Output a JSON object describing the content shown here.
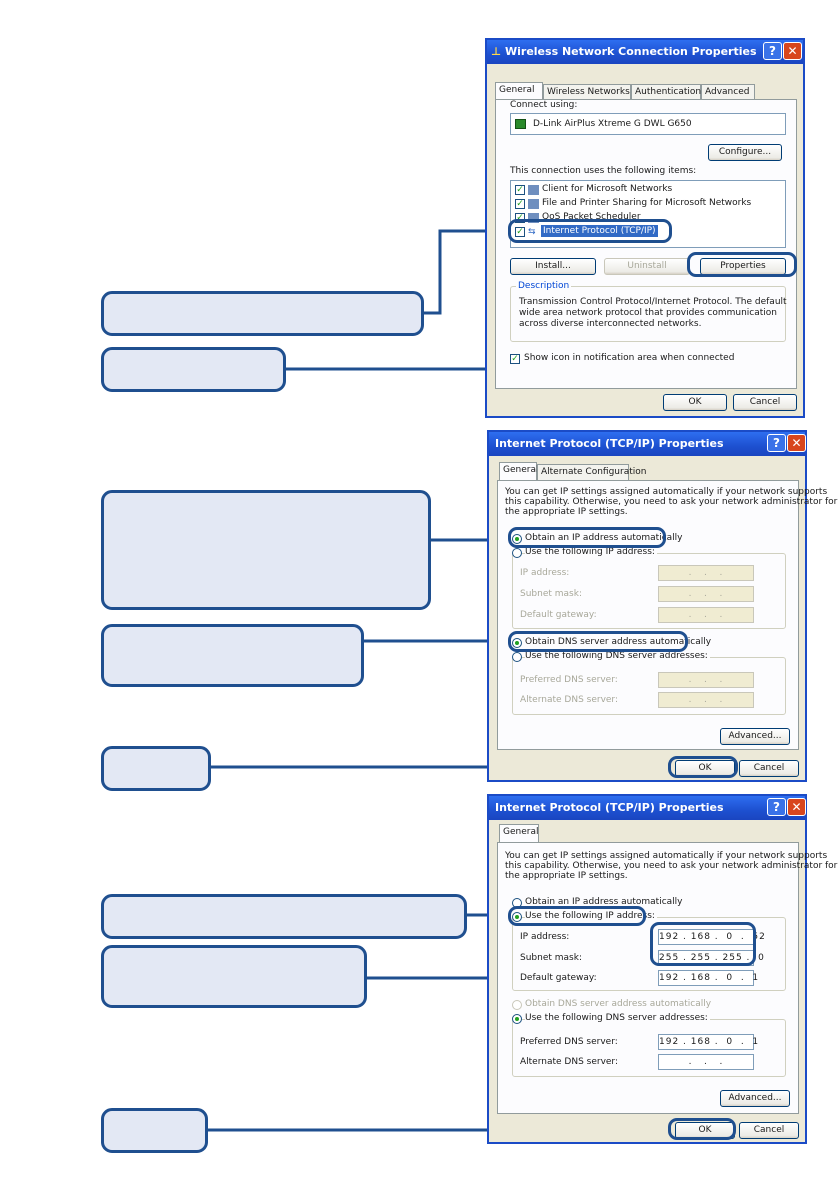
{
  "dialog1": {
    "title": "Wireless Network Connection Properties",
    "tabs": [
      "General",
      "Wireless Networks",
      "Authentication",
      "Advanced"
    ],
    "connect_using_label": "Connect using:",
    "adapter": "D-Link AirPlus Xtreme G DWL G650",
    "configure_button": "Configure...",
    "items_label": "This connection uses the following items:",
    "items": [
      "Client for Microsoft Networks",
      "File and Printer Sharing for Microsoft Networks",
      "QoS Packet Scheduler",
      "Internet Protocol (TCP/IP)"
    ],
    "install_button": "Install...",
    "uninstall_button": "Uninstall",
    "properties_button": "Properties",
    "description_label": "Description",
    "description_text": [
      "Transmission Control Protocol/Internet Protocol. The default",
      "wide area network protocol that provides communication",
      "across diverse interconnected networks."
    ],
    "show_icon_label": "Show icon in notification area when connected",
    "ok_button": "OK",
    "cancel_button": "Cancel"
  },
  "dialog2": {
    "title": "Internet Protocol (TCP/IP) Properties",
    "tabs": [
      "General",
      "Alternate Configuration"
    ],
    "intro": [
      "You can get IP settings assigned automatically if your network supports",
      "this capability. Otherwise, you need to ask your network administrator for",
      "the appropriate IP settings."
    ],
    "obtain_ip_auto": "Obtain an IP address automatically",
    "use_ip": "Use the following IP address:",
    "ip_label": "IP address:",
    "subnet_label": "Subnet mask:",
    "gateway_label": "Default gateway:",
    "obtain_dns_auto": "Obtain DNS server address automatically",
    "use_dns": "Use the following DNS server addresses:",
    "preferred_dns_label": "Preferred DNS server:",
    "alternate_dns_label": "Alternate DNS server:",
    "empty_ip": " .   .   . ",
    "advanced_button": "Advanced...",
    "ok_button": "OK",
    "cancel_button": "Cancel"
  },
  "dialog3": {
    "title": "Internet Protocol (TCP/IP) Properties",
    "tabs": [
      "General"
    ],
    "intro": [
      "You can get IP settings assigned automatically if your network supports",
      "this capability. Otherwise, you need to ask your network administrator for",
      "the appropriate IP settings."
    ],
    "obtain_ip_auto": "Obtain an IP address automatically",
    "use_ip": "Use the following IP address:",
    "ip_label": "IP address:",
    "ip_value": "192 . 168 .  0  .  52",
    "subnet_label": "Subnet mask:",
    "subnet_value": "255 . 255 . 255 .  0",
    "gateway_label": "Default gateway:",
    "gateway_value": "192 . 168 .  0  .  1",
    "obtain_dns_auto": "Obtain DNS server address automatically",
    "use_dns": "Use the following DNS server addresses:",
    "preferred_dns_label": "Preferred DNS server:",
    "preferred_dns_value": "192 . 168 .  0  .  1",
    "alternate_dns_label": "Alternate DNS server:",
    "empty_ip": " .   .   . ",
    "advanced_button": "Advanced...",
    "ok_button": "OK",
    "cancel_button": "Cancel"
  },
  "colors": {
    "accent": "#1f4f8f",
    "callout_fill": "#e3e8f4",
    "titlebar": "#1d50d0"
  }
}
